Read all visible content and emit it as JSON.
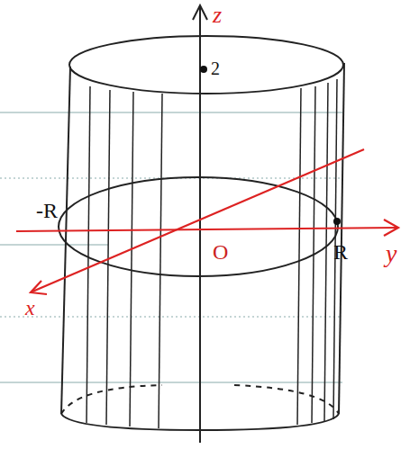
{
  "diagram": {
    "labels": [
      "z",
      "2",
      "-R",
      "O",
      "R",
      "y",
      "x"
    ]
  }
}
